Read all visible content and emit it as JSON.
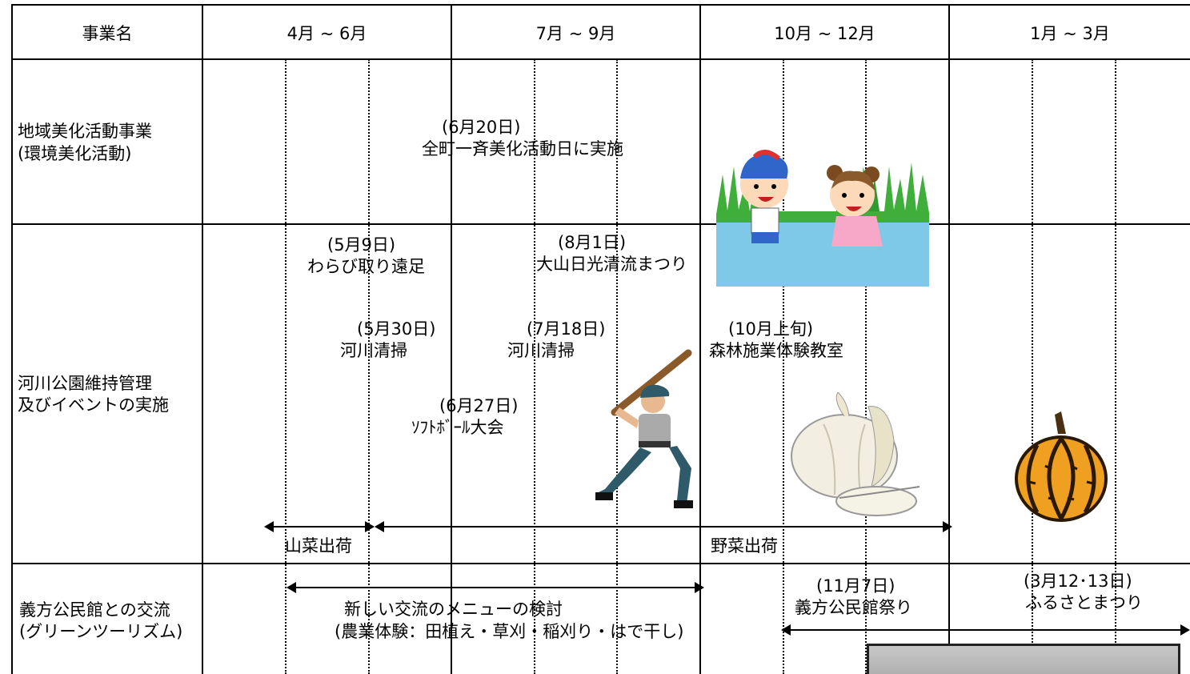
{
  "header": {
    "project": "事業名",
    "q1": "4月 ~ 6月",
    "q2": "7月 ~ 9月",
    "q3": "10月 ~ 12月",
    "q4": "1月 ~ 3月"
  },
  "rows": {
    "r1": {
      "line1": "地域美化活動事業",
      "line2": "(環境美化活動)"
    },
    "r2": {
      "line1": "河川公園維持管理",
      "line2": "及びイベントの実施"
    },
    "r3": {
      "line1": "義方公民館との交流",
      "line2": "(グリーンツーリズム)"
    }
  },
  "events": {
    "beautify_date": "(6月20日)",
    "beautify_label": "全町一斉美化活動日に実施",
    "warabi_date": "(5月9日)",
    "warabi_label": "わらび取り遠足",
    "matsuri_date": "(8月1日)",
    "matsuri_label": "大山日光清流まつり",
    "clean1_date": "(5月30日)",
    "clean1_label": "河川清掃",
    "clean2_date": "(7月18日)",
    "clean2_label": "河川清掃",
    "forest_date": "(10月上旬)",
    "forest_label": "森林施業体験教室",
    "softball_date": "(6月27日)",
    "softball_label": "ｿﾌﾄﾎﾞｰﾙ大会",
    "sansai": "山菜出荷",
    "yasai": "野菜出荷",
    "menu_label": "新しい交流のメニューの検討",
    "menu_detail": "(農業体験：田植え・草刈・稲刈り・はで干し)",
    "kominkan_date": "(11月7日)",
    "kominkan_label": "義方公民館祭り",
    "furusato_date": "(3月12･13日)",
    "furusato_label": "ふるさとまつり"
  },
  "icons": {
    "children": "children-playing-in-river-icon",
    "batter": "baseball-batter-icon",
    "garlic": "garlic-icon",
    "pumpkin": "pumpkin-icon",
    "photo": "photo-thumbnail"
  },
  "colors": {
    "water": "#7ec8e8",
    "grass": "#3fae3a",
    "pumpkin": "#f0a020"
  }
}
